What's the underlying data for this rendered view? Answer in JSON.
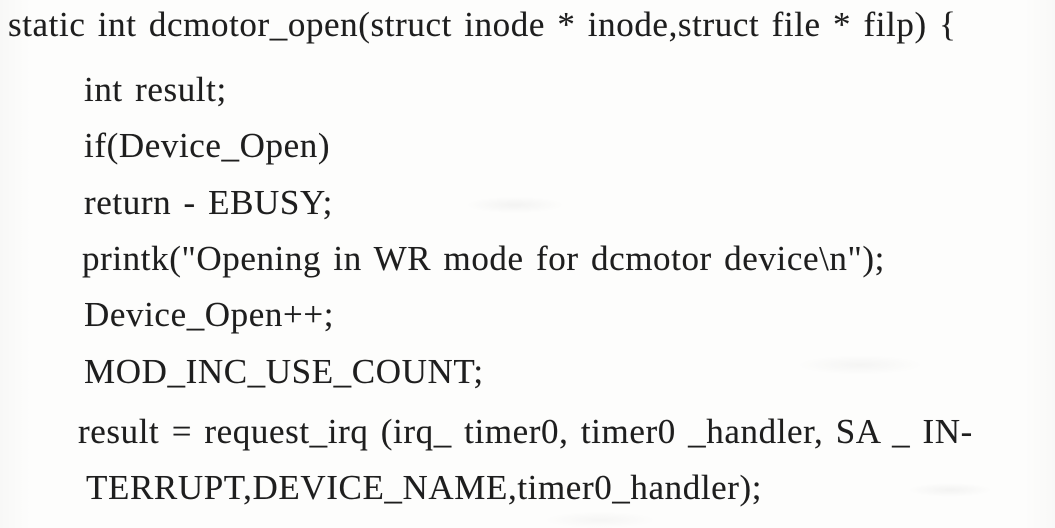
{
  "document": {
    "kind": "scanned printed C source code listing",
    "lines": [
      "static int dcmotor_open(struct inode * inode,struct file * filp) {",
      "int result;",
      "if(Device_Open)",
      "return - EBUSY;",
      "printk(\"Opening in WR mode for dcmotor device\\n\");",
      "Device_Open++;",
      "MOD_INC_USE_COUNT;",
      "result = request_irq (irq_ timer0, timer0 _handler, SA _ IN-",
      "TERRUPT,DEVICE_NAME,timer0_handler);"
    ],
    "ink_color": "#1e1e1e",
    "paper_color": "#fdfdfc"
  }
}
